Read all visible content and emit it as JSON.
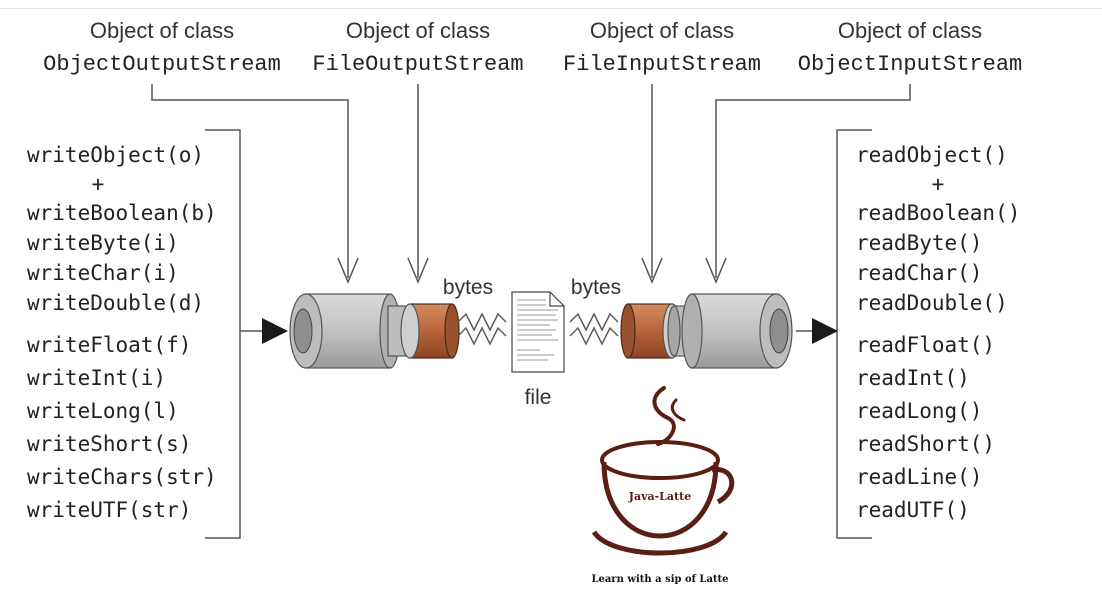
{
  "classes": [
    {
      "prefix": "Object of class",
      "name": "ObjectOutputStream"
    },
    {
      "prefix": "Object of class",
      "name": "FileOutputStream"
    },
    {
      "prefix": "Object of class",
      "name": "FileInputStream"
    },
    {
      "prefix": "Object of class",
      "name": "ObjectInputStream"
    }
  ],
  "write_methods": {
    "first": "writeObject(o)",
    "plus": "+",
    "rest": [
      "writeBoolean(b)",
      "writeByte(i)",
      "writeChar(i)",
      "writeDouble(d)",
      "writeFloat(f)",
      "writeInt(i)",
      "writeLong(l)",
      "writeShort(s)",
      "writeChars(str)",
      "writeUTF(str)"
    ]
  },
  "read_methods": {
    "first": "readObject()",
    "plus": "+",
    "rest": [
      "readBoolean()",
      "readByte()",
      "readChar()",
      "readDouble()",
      "readFloat()",
      "readInt()",
      "readLong()",
      "readShort()",
      "readLine()",
      "readUTF()"
    ]
  },
  "flow": {
    "bytes_left": "bytes",
    "bytes_right": "bytes",
    "file": "file"
  },
  "logo": {
    "brand": "Java-Latte",
    "tagline": "Learn with a sip of Latte"
  },
  "colors": {
    "copper": "#b8643c",
    "cylinder_gray": "#b3b3b3",
    "logo_brown": "#5a1e12"
  }
}
